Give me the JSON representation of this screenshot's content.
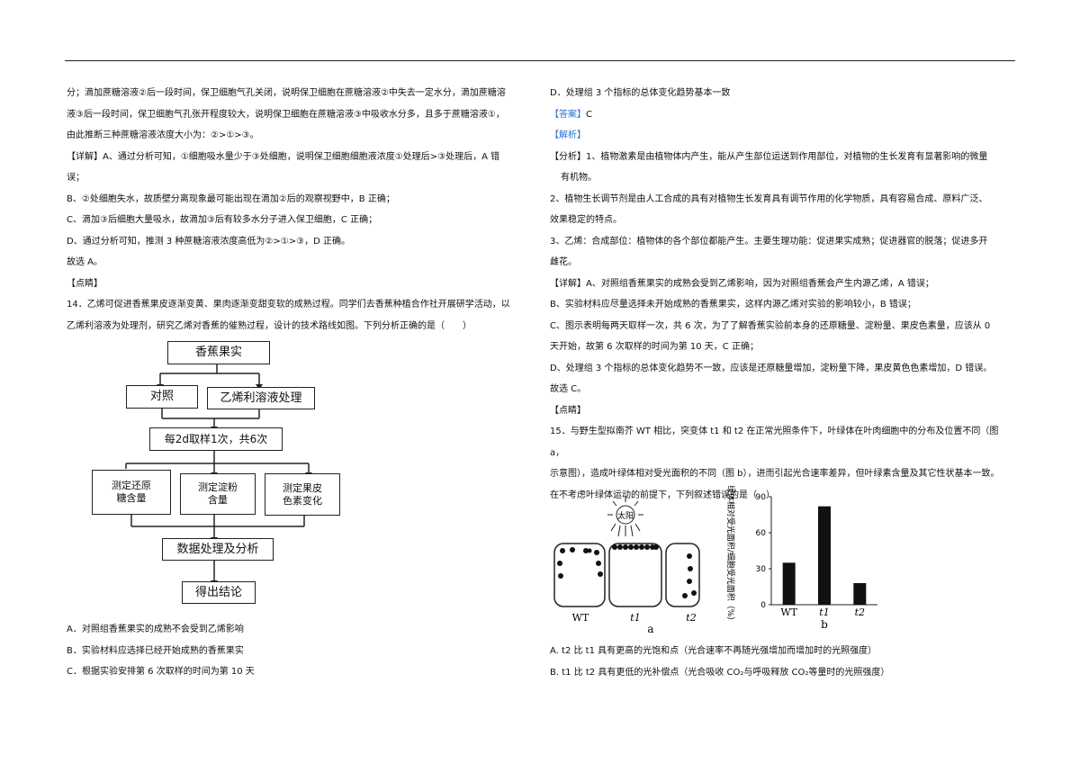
{
  "left": {
    "paragraphs": [
      "分；滴加蔗糖溶液②后一段时间，保卫细胞气孔关闭，说明保卫细胞在蔗糖溶液②中失去一定水分，滴加蔗糖溶",
      "液③后一段时间，保卫细胞气孔张开程度较大，说明保卫细胞在蔗糖溶液③中吸收水分多，且多于蔗糖溶液①，",
      "由此推断三种蔗糖溶液浓度大小为：②>①>③。",
      "【详解】A、通过分析可知，①细胞吸水量少于③处细胞，说明保卫细胞细胞液浓度①处理后>③处理后，A 错",
      "误；",
      "B、②处细胞失水，故质壁分离现象最可能出现在滴加②后的观察视野中，B 正确；",
      "C、滴加③后细胞大量吸水，故滴加③后有较多水分子进入保卫细胞，C 正确；",
      "D、通过分析可知，推测 3 种蔗糖溶液浓度高低为②>①>③，D 正确。",
      "故选 A。",
      "【点睛】",
      "14．乙烯可促进香蕉果皮逐渐变黄、果肉逐渐变甜变软的成熟过程。同学们去香蕉种植合作社开展研学活动，以",
      "乙烯利溶液为处理剂，研究乙烯对香蕉的催熟过程，设计的技术路线如图。下列分析正确的是（　　）"
    ],
    "flow": {
      "top": "香蕉果实",
      "control": "对照",
      "treat": "乙烯利溶液处理",
      "sample": "每2d取样1次，共6次",
      "m1": "测定还原\n糖含量",
      "m2": "测定淀粉\n含量",
      "m3": "测定果皮\n色素变化",
      "process": "数据处理及分析",
      "conclude": "得出结论"
    },
    "options": [
      "A．对照组香蕉果实的成熟不会受到乙烯影响",
      "B．实验材料应选择已经开始成熟的香蕉果实",
      "C．根据实验安排第 6 次取样的时间为第 10 天"
    ]
  },
  "right": {
    "paragraphs": [
      "D．处理组 3 个指标的总体变化趋势基本一致"
    ],
    "answer_tag": "【答案】",
    "answer": "C",
    "analysis_tag": "【解析】",
    "analysis": [
      "【分析】1、植物激素是由植物体内产生，能从产生部位运送到作用部位，对植物的生长发育有显著影响的微量",
      "有机物。",
      "2、植物生长调节剂是由人工合成的具有对植物生长发育具有调节作用的化学物质，具有容易合成、原料广泛、",
      "效果稳定的特点。",
      "3、乙烯：合成部位：植物体的各个部位都能产生。主要生理功能：促进果实成熟；促进器官的脱落；促进多开",
      "雌花。",
      "【详解】A、对照组香蕉果实的成熟会受到乙烯影响，因为对照组香蕉会产生内源乙烯，A 错误；",
      "B、实验材料应尽量选择未开始成熟的香蕉果实，这样内源乙烯对实验的影响较小，B 错误；",
      "C、图示表明每两天取样一次，共 6 次，为了了解香蕉实验前本身的还原糖量、淀粉量、果皮色素量，应该从 0",
      "天开始，故第 6 次取样的时间为第 10 天，C 正确；",
      "D、处理组 3 个指标的总体变化趋势不一致，应该是还原糖量增加，淀粉量下降，果皮黄色色素增加，D 错误。",
      "故选 C。",
      "【点睛】",
      "15．与野生型拟南芥 WT 相比，突变体 t1 和 t2 在正常光照条件下，叶绿体在叶肉细胞中的分布及位置不同（图 a，",
      "示意图），造成叶绿体相对受光面积的不同（图 b），进而引起光合速率差异，但叶绿素含量及其它性状基本一致。",
      "在不考虑叶绿体运动的前提下，下列叙述错误的是（　）"
    ],
    "figure_a": {
      "sun": "太阳",
      "labels": [
        "WT",
        "t1",
        "t2"
      ],
      "caption": "a"
    },
    "options": [
      "A. t2 比 t1 具有更高的光饱和点（光合速率不再随光强增加而增加时的光照强度）",
      "B. t1 比 t2 具有更低的光补偿点（光合吸收 CO₂与呼吸释放 CO₂等量时的光照强度）"
    ]
  },
  "chart_data": {
    "type": "bar",
    "categories": [
      "WT",
      "t1",
      "t2"
    ],
    "values": [
      35,
      82,
      18
    ],
    "ylabel": "叶绿体相对受光面积/细胞受光面积（%）",
    "ylim": [
      0,
      90
    ],
    "yticks": [
      0,
      30,
      60,
      90
    ],
    "caption": "b",
    "bar_color": "#111111"
  }
}
